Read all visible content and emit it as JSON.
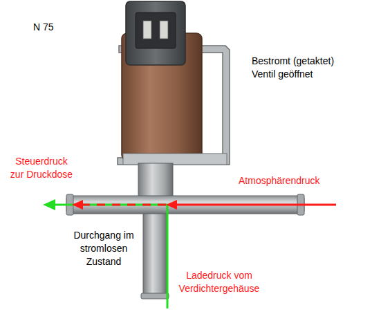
{
  "diagram": {
    "labels": [
      "N 75",
      "Bestromt (getaktet) Ventil geöffnet",
      "Steuerdruck zur Druckdose",
      "Atmosphärendruck",
      "Durchgang im stromlosen Zustand",
      "Ladedruck vom Verdichtergehäuse"
    ]
  }
}
